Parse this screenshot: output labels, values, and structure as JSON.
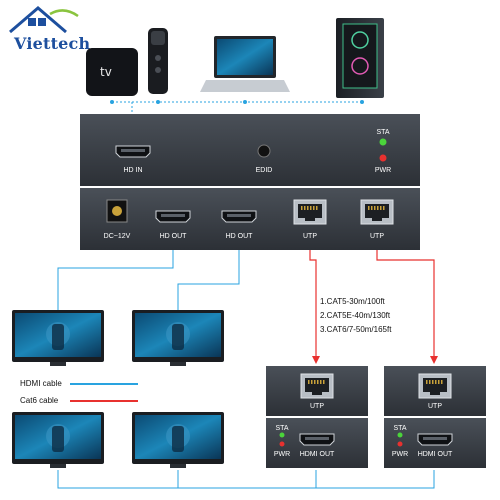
{
  "brand": {
    "logo_text": "Viettech",
    "primary_color": "#1d4f9e"
  },
  "sources": {
    "tv_box_label": "tv"
  },
  "splitter": {
    "hd_in": "HD IN",
    "edid": "EDID",
    "sta": "STA",
    "pwr": "PWR",
    "dc": "DC~12V",
    "hd_out_1": "HD OUT",
    "hd_out_2": "HD OUT",
    "utp_1": "UTP",
    "utp_2": "UTP"
  },
  "cable_specs": [
    "1.CAT5-30m/100ft",
    "2.CAT5E-40m/130ft",
    "3.CAT6/7-50m/165ft"
  ],
  "legend": {
    "hdmi_label": "HDMI cable",
    "hdmi_color": "#29a3e0",
    "cat6_label": "Cat6 cable",
    "cat6_color": "#e8312f"
  },
  "receivers": [
    {
      "utp": "UTP",
      "sta": "STA",
      "pwr": "PWR",
      "hdmi_out": "HDMI OUT"
    },
    {
      "utp": "UTP",
      "sta": "STA",
      "pwr": "PWR",
      "hdmi_out": "HDMI OUT"
    }
  ]
}
